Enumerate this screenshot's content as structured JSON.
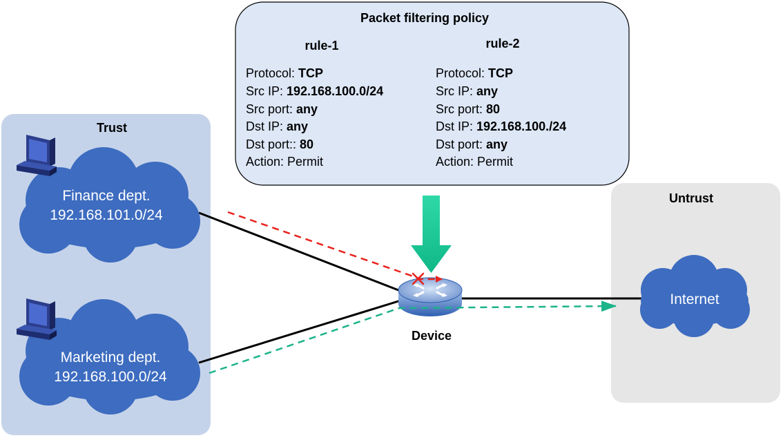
{
  "policy": {
    "title": "Packet filtering policy",
    "rules": [
      {
        "name": "rule-1",
        "fields": [
          {
            "key": "Protocol: ",
            "value": "TCP"
          },
          {
            "key": "Src IP: ",
            "value": "192.168.100.0/24"
          },
          {
            "key": "Src port: ",
            "value": "any"
          },
          {
            "key": "Dst IP: ",
            "value": "any"
          },
          {
            "key": "Dst port:: ",
            "value": "80"
          },
          {
            "key": "Action: ",
            "value": "Permit"
          }
        ]
      },
      {
        "name": "rule-2",
        "fields": [
          {
            "key": "Protocol: ",
            "value": "TCP"
          },
          {
            "key": "Src IP: ",
            "value": "any"
          },
          {
            "key": "Src port: ",
            "value": "80"
          },
          {
            "key": "Dst IP: ",
            "value": "192.168.100./24"
          },
          {
            "key": "Dst port: ",
            "value": "any"
          },
          {
            "key": "Action: ",
            "value": "Permit"
          }
        ]
      }
    ]
  },
  "zones": {
    "trust": "Trust",
    "untrust": "Untrust"
  },
  "clouds": {
    "finance": {
      "name": "Finance dept.",
      "subnet": "192.168.101.0/24"
    },
    "marketing": {
      "name": "Marketing dept.",
      "subnet": "192.168.100.0/24"
    },
    "internet": {
      "name": "Internet"
    }
  },
  "device": {
    "label": "Device"
  },
  "colors": {
    "trust_zone": "#c5d3ea",
    "untrust_zone": "#e6e6e6",
    "policy_box": "#dde7f6",
    "cloud": "#3d6cc0",
    "arrow": "#12c79a",
    "blocked_flow": "#e8231d",
    "permitted_flow": "#1bb38a"
  }
}
